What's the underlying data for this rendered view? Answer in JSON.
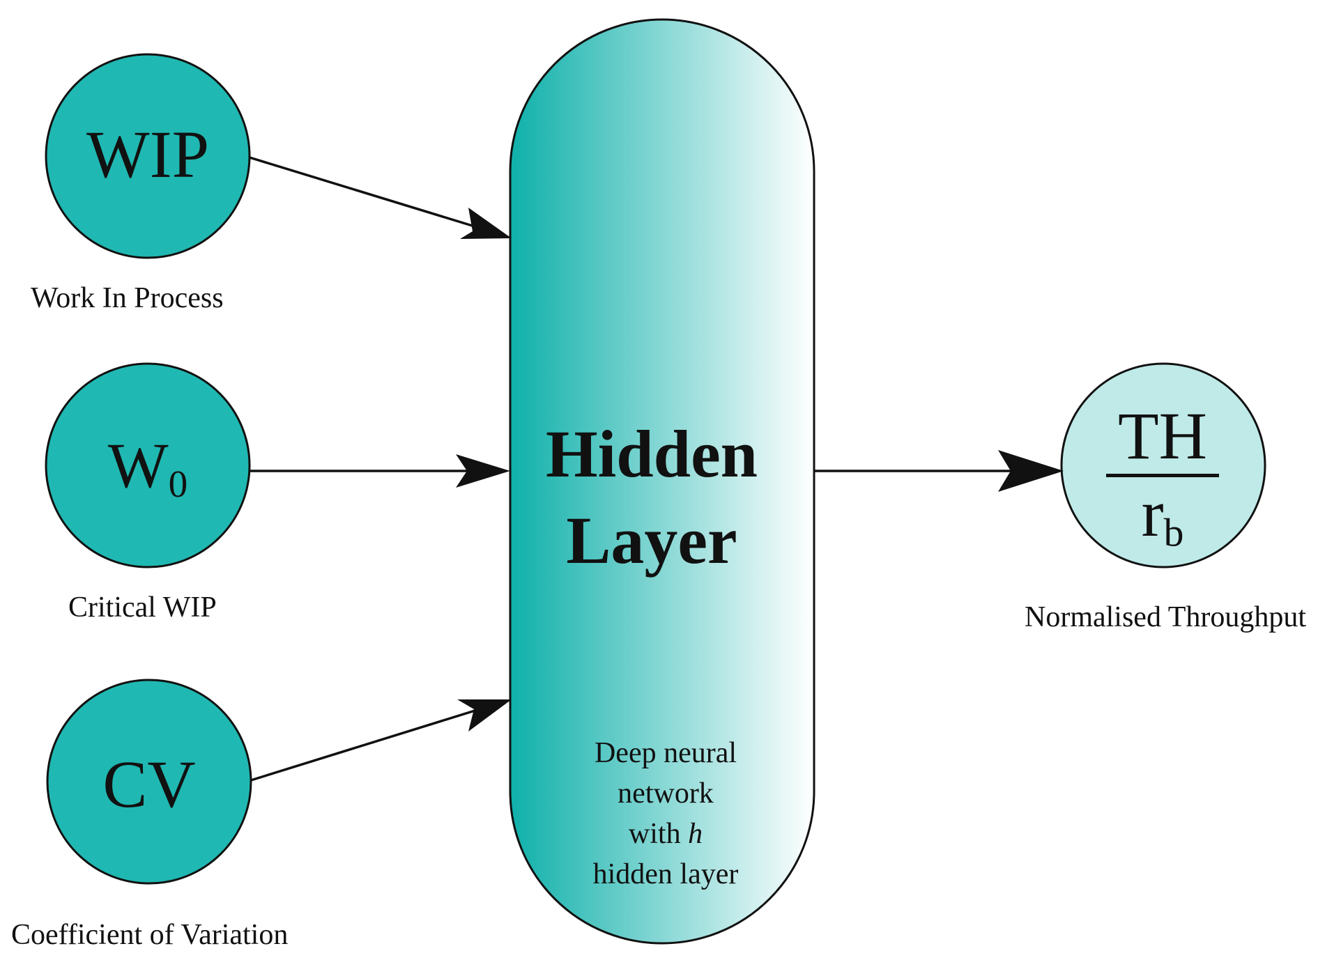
{
  "inputs": [
    {
      "id": "wip",
      "symbol": "WIP",
      "label": "Work In Process"
    },
    {
      "id": "w0",
      "symbol": "W",
      "subscript": "0",
      "label": "Critical WIP"
    },
    {
      "id": "cv",
      "symbol": "CV",
      "label": "Coefficient of Variation"
    }
  ],
  "hidden": {
    "title_line1": "Hidden",
    "title_line2": "Layer",
    "desc_line1": "Deep neural",
    "desc_line2": "network",
    "desc_line3_prefix": "with ",
    "desc_line3_var": "h",
    "desc_line4": "hidden layer"
  },
  "output": {
    "numerator": "TH",
    "denominator": "r",
    "denominator_subscript": "b",
    "label": "Normalised Throughput"
  },
  "colors": {
    "input_fill": "#20b8b2",
    "output_fill": "#bfeae8",
    "gradient_start": "#0fb0aa",
    "gradient_end": "#ffffff",
    "stroke": "#111111"
  }
}
